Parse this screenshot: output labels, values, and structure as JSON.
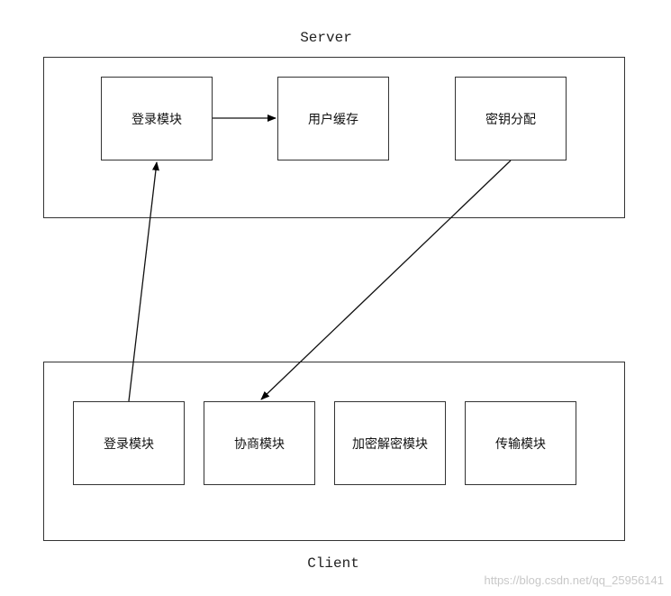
{
  "server": {
    "label": "Server",
    "nodes": {
      "login": "登录模块",
      "cache": "用户缓存",
      "keydist": "密钥分配"
    }
  },
  "client": {
    "label": "Client",
    "nodes": {
      "login": "登录模块",
      "negotiate": "协商模块",
      "crypto": "加密解密模块",
      "transfer": "传输模块"
    }
  },
  "edges": [
    {
      "from": "client.login",
      "to": "server.login"
    },
    {
      "from": "server.login",
      "to": "server.cache"
    },
    {
      "from": "server.keydist",
      "to": "client.negotiate"
    }
  ],
  "watermark": "https://blog.csdn.net/qq_25956141"
}
